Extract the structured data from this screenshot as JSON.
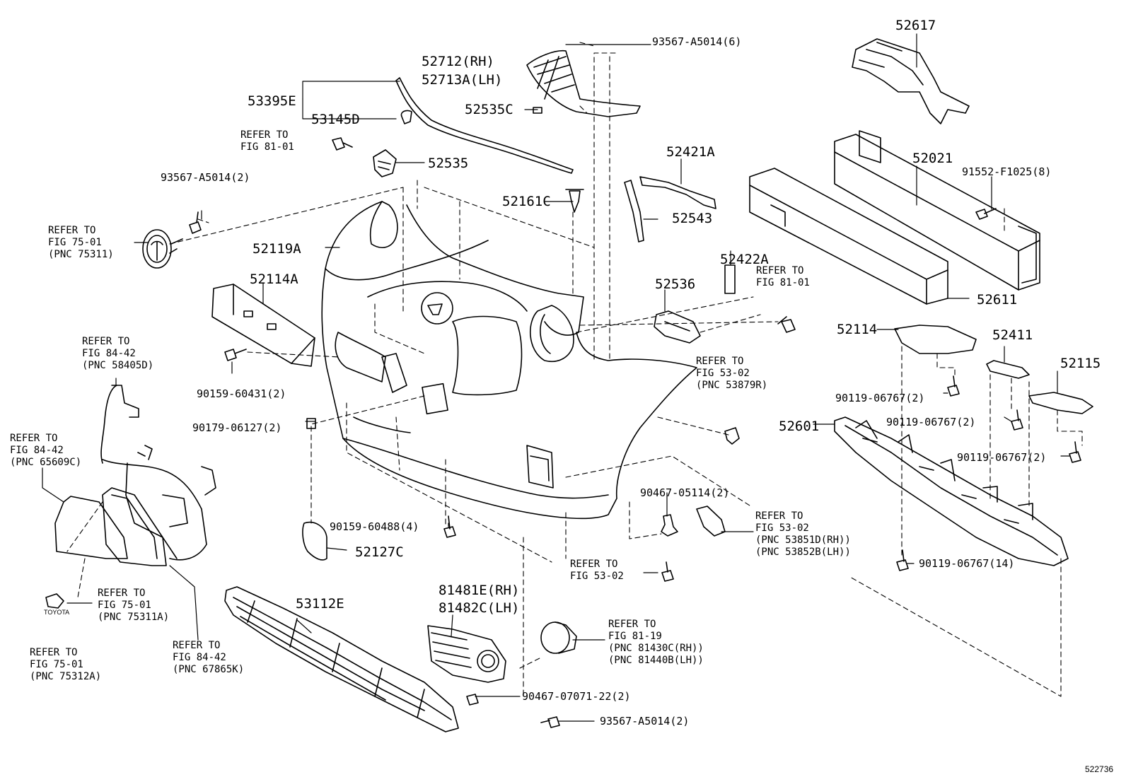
{
  "labels": {
    "p52712": "52712(RH)",
    "p52713": "52713A(LH)",
    "p93567_6": "93567-A5014(6)",
    "p52617": "52617",
    "p53395": "53395E",
    "p53145": "53145D",
    "p52535c": "52535C",
    "p52535": "52535",
    "p52421": "52421A",
    "p52021": "52021",
    "p91552": "91552-F1025(8)",
    "p93567_2a": "93567-A5014(2)",
    "p52161": "52161C",
    "p52543": "52543",
    "p52119": "52119A",
    "p52422": "52422A",
    "p52114a": "52114A",
    "p52536": "52536",
    "p52611": "52611",
    "p52114": "52114",
    "p52411": "52411",
    "p52115": "52115",
    "p90159_431": "90159-60431(2)",
    "p90119_a": "90119-06767(2)",
    "p90119_b": "90119-06767(2)",
    "p90119_c": "90119-06767(2)",
    "p90179": "90179-06127(2)",
    "p52601": "52601",
    "p90467_511": "90467-05114(2)",
    "p90159_488": "90159-60488(4)",
    "p52127": "52127C",
    "p90119_14": "90119-06767(14)",
    "p53112": "53112E",
    "p81481": "81481E(RH)",
    "p81482": "81482C(LH)",
    "p90467_707": "90467-07071-22(2)",
    "p93567_2b": "93567-A5014(2)",
    "toyota_text": "TOYOTA",
    "corner_id": "522736"
  },
  "refs": {
    "r_8101_a": [
      "REFER TO",
      "FIG 81-01"
    ],
    "r_7501_a": [
      "REFER TO",
      "FIG 75-01",
      "(PNC 75311)"
    ],
    "r_8101_b": [
      "REFER TO",
      "FIG 81-01"
    ],
    "r_8442_a": [
      "REFER TO",
      "FIG 84-42",
      "(PNC 58405D)"
    ],
    "r_5302_a": [
      "REFER TO",
      "FIG 53-02",
      "(PNC 53879R)"
    ],
    "r_8442_b": [
      "REFER TO",
      "FIG 84-42",
      "(PNC 65609C)"
    ],
    "r_5302_b": [
      "REFER TO",
      "FIG 53-02",
      "(PNC 53851D(RH))",
      "(PNC 53852B(LH))"
    ],
    "r_5302_c": [
      "REFER TO",
      "FIG 53-02"
    ],
    "r_7501_b": [
      "REFER TO",
      "FIG 75-01",
      "(PNC 75311A)"
    ],
    "r_8442_c": [
      "REFER TO",
      "FIG 84-42",
      "(PNC 67865K)"
    ],
    "r_7501_c": [
      "REFER TO",
      "FIG 75-01",
      "(PNC 75312A)"
    ],
    "r_8119": [
      "REFER TO",
      "FIG 81-19",
      "(PNC 81430C(RH))",
      "(PNC 81440B(LH))"
    ]
  }
}
